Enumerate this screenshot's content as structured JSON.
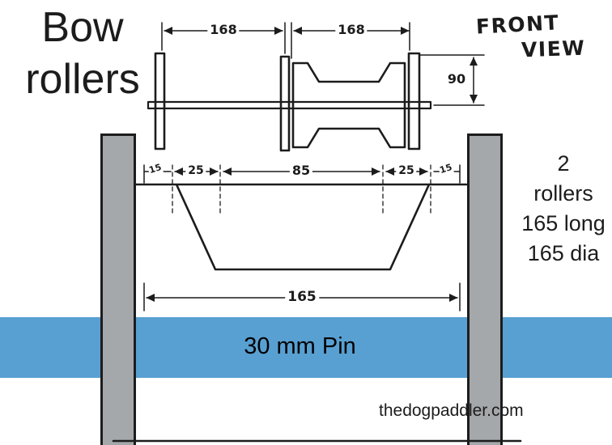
{
  "colors": {
    "ink": "#1c1c1c",
    "pin_blue": "#58a0d2",
    "post_gray": "#a5a8ab"
  },
  "title": {
    "line1": "Bow",
    "line2": "rollers"
  },
  "front_view_label": {
    "line1": "FRONT",
    "line2": "VIEW"
  },
  "dims": {
    "front_span_left": "168",
    "front_span_right": "168",
    "front_height": "90",
    "end_left": "15",
    "slope_left": "25",
    "middle": "85",
    "slope_right": "25",
    "end_right": "15",
    "total_length": "165"
  },
  "pin": {
    "label": "30 mm Pin"
  },
  "notes": {
    "line1": "2",
    "line2": "rollers",
    "line3": "165 long",
    "line4": "165 dia"
  },
  "footer": {
    "website": "thedogpaddler.com"
  }
}
